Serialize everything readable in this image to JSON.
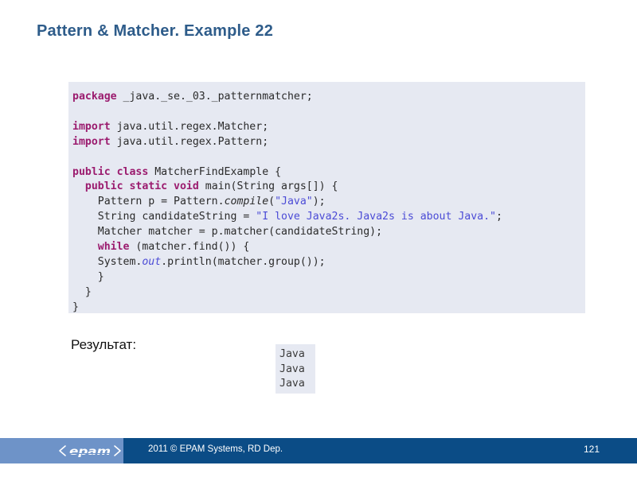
{
  "slide": {
    "title": "Pattern & Matcher. Example 22",
    "title_color": "#2E5C8A"
  },
  "code_block": {
    "background_color": "#E6E9F2",
    "keyword_color": "#9B1B6E",
    "string_color": "#4B4BD6",
    "text_color": "#2A2A2A",
    "lines": [
      {
        "indent": "",
        "tokens": [
          {
            "t": "package",
            "k": "kw"
          },
          {
            "t": " _java._se._03._patternmatcher;",
            "k": "plain"
          }
        ]
      },
      {
        "indent": "",
        "tokens": []
      },
      {
        "indent": "",
        "tokens": [
          {
            "t": "import",
            "k": "kw"
          },
          {
            "t": " java.util.regex.Matcher;",
            "k": "plain"
          }
        ]
      },
      {
        "indent": "",
        "tokens": [
          {
            "t": "import",
            "k": "kw"
          },
          {
            "t": " java.util.regex.Pattern;",
            "k": "plain"
          }
        ]
      },
      {
        "indent": "",
        "tokens": []
      },
      {
        "indent": "",
        "tokens": [
          {
            "t": "public class",
            "k": "kw"
          },
          {
            "t": " MatcherFindExample {",
            "k": "plain"
          }
        ]
      },
      {
        "indent": "  ",
        "tokens": [
          {
            "t": "public static void",
            "k": "kw"
          },
          {
            "t": " main(String args[]) {",
            "k": "plain"
          }
        ]
      },
      {
        "indent": "    ",
        "tokens": [
          {
            "t": "Pattern p = Pattern.",
            "k": "plain"
          },
          {
            "t": "compile",
            "k": "it"
          },
          {
            "t": "(",
            "k": "plain"
          },
          {
            "t": "\"Java\"",
            "k": "str"
          },
          {
            "t": ");",
            "k": "plain"
          }
        ]
      },
      {
        "indent": "    ",
        "tokens": [
          {
            "t": "String candidateString = ",
            "k": "plain"
          },
          {
            "t": "\"I love Java2s. Java2s is about Java.\"",
            "k": "str"
          },
          {
            "t": ";",
            "k": "plain"
          }
        ]
      },
      {
        "indent": "    ",
        "tokens": [
          {
            "t": "Matcher matcher = p.matcher(candidateString);",
            "k": "plain"
          }
        ]
      },
      {
        "indent": "    ",
        "tokens": [
          {
            "t": "while",
            "k": "kw"
          },
          {
            "t": " (matcher.find()) {",
            "k": "plain"
          }
        ]
      },
      {
        "indent": "    ",
        "tokens": [
          {
            "t": "System.",
            "k": "plain"
          },
          {
            "t": "out",
            "k": "it-blue"
          },
          {
            "t": ".println(matcher.group());",
            "k": "plain"
          }
        ]
      },
      {
        "indent": "    ",
        "tokens": [
          {
            "t": "}",
            "k": "plain"
          }
        ]
      },
      {
        "indent": "  ",
        "tokens": [
          {
            "t": "}",
            "k": "plain"
          }
        ]
      },
      {
        "indent": "",
        "tokens": [
          {
            "t": "}",
            "k": "plain"
          }
        ]
      }
    ]
  },
  "result": {
    "label": "Результат:",
    "output_lines": [
      "Java",
      "Java",
      "Java"
    ]
  },
  "footer": {
    "logo_text": "<epam>",
    "copyright": "2011 © EPAM Systems, RD Dep.",
    "page_number": "121",
    "dark_color": "#0B4C86",
    "light_color": "#6E93C8"
  }
}
